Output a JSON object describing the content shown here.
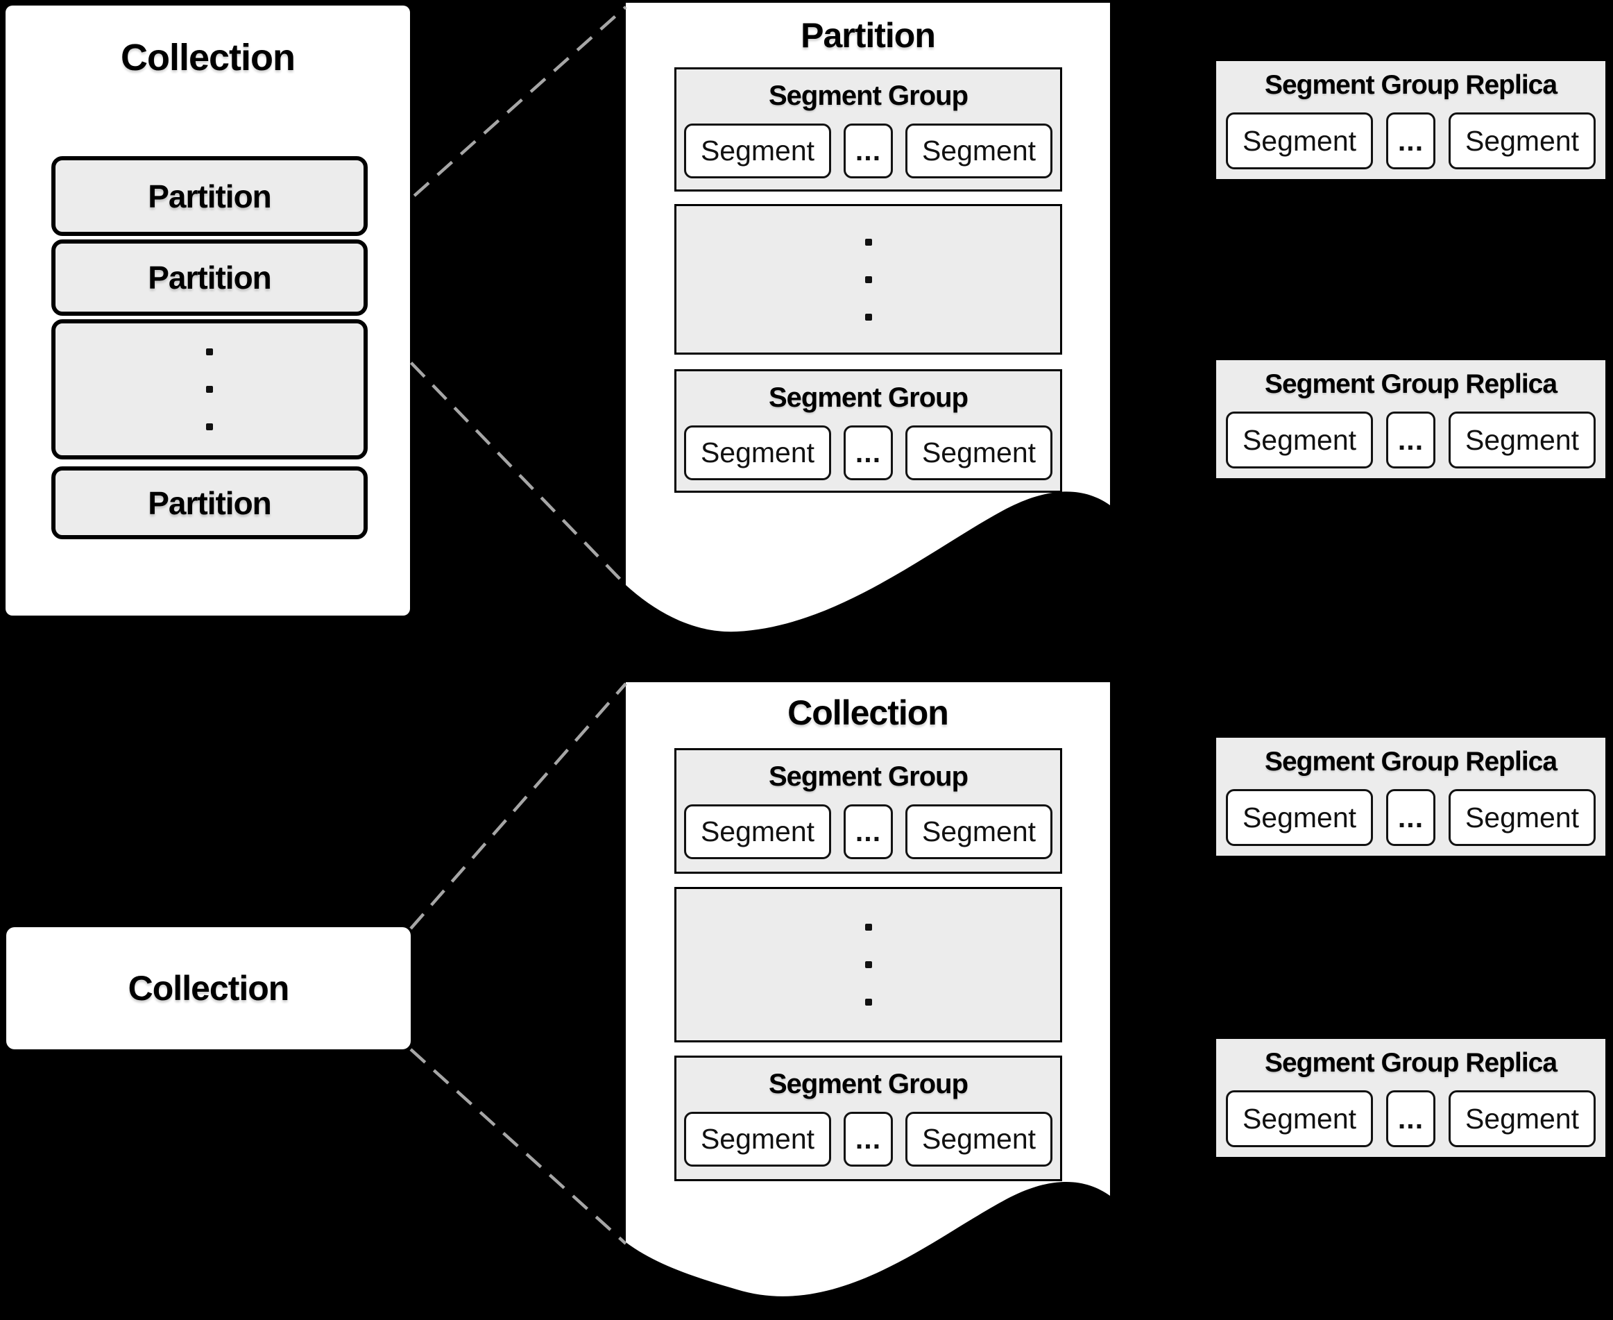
{
  "colors": {
    "background": "#000000",
    "panel_fill": "#ffffff",
    "box_fill": "#ececec",
    "border": "#000000",
    "dashed_line": "#a6a6a6"
  },
  "collection_panel": {
    "title": "Collection",
    "partitions": [
      "Partition",
      "Partition",
      "Partition"
    ]
  },
  "partition_page": {
    "title": "Partition",
    "top_group": {
      "title": "Segment Group",
      "segments": [
        "Segment",
        "...",
        "Segment"
      ]
    },
    "bottom_group": {
      "title": "Segment Group",
      "segments": [
        "Segment",
        "...",
        "Segment"
      ]
    }
  },
  "collection_page": {
    "title": "Collection",
    "top_group": {
      "title": "Segment Group",
      "segments": [
        "Segment",
        "...",
        "Segment"
      ]
    },
    "bottom_group": {
      "title": "Segment Group",
      "segments": [
        "Segment",
        "...",
        "Segment"
      ]
    }
  },
  "collection_chip": {
    "label": "Collection"
  },
  "replicas": [
    {
      "title": "Segment Group Replica",
      "segments": [
        "Segment",
        "...",
        "Segment"
      ]
    },
    {
      "title": "Segment Group Replica",
      "segments": [
        "Segment",
        "...",
        "Segment"
      ]
    },
    {
      "title": "Segment Group Replica",
      "segments": [
        "Segment",
        "...",
        "Segment"
      ]
    },
    {
      "title": "Segment Group Replica",
      "segments": [
        "Segment",
        "...",
        "Segment"
      ]
    }
  ]
}
